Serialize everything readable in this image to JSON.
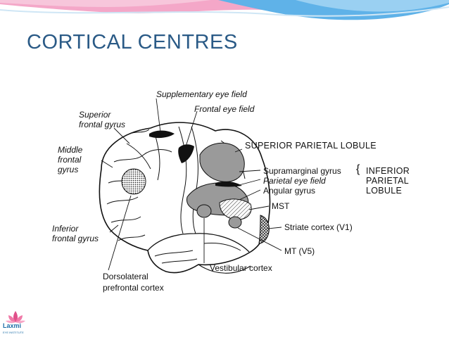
{
  "slide": {
    "title": "CORTICAL CENTRES"
  },
  "diagram": {
    "labels": {
      "supplementary_eye_field": "Supplementary eye field",
      "frontal_eye_field": "Frontal eye field",
      "superior_frontal_gyrus_1": "Superior",
      "superior_frontal_gyrus_2": "frontal gyrus",
      "middle_frontal_gyrus_1": "Middle",
      "middle_frontal_gyrus_2": "frontal",
      "middle_frontal_gyrus_3": "gyrus",
      "superior_parietal_lobule": "SUPERIOR PARIETAL LOBULE",
      "supramarginal_gyrus": "Supramarginal gyrus",
      "parietal_eye_field": "Parietal eye field",
      "angular_gyrus": "Angular gyrus",
      "inferior_parietal_lobule_1": "INFERIOR",
      "inferior_parietal_lobule_2": "PARIETAL",
      "inferior_parietal_lobule_3": "LOBULE",
      "mst": "MST",
      "striate_cortex": "Striate cortex (V1)",
      "mt": "MT (V5)",
      "inferior_frontal_gyrus_1": "Inferior",
      "inferior_frontal_gyrus_2": "frontal gyrus",
      "vestibular_cortex": "Vestibular cortex",
      "dorsolateral_prefrontal_1": "Dorsolateral",
      "dorsolateral_prefrontal_2": "prefrontal cortex"
    }
  },
  "logo": {
    "name": "Laxmi",
    "tagline": "EYE INSTITUTE"
  }
}
